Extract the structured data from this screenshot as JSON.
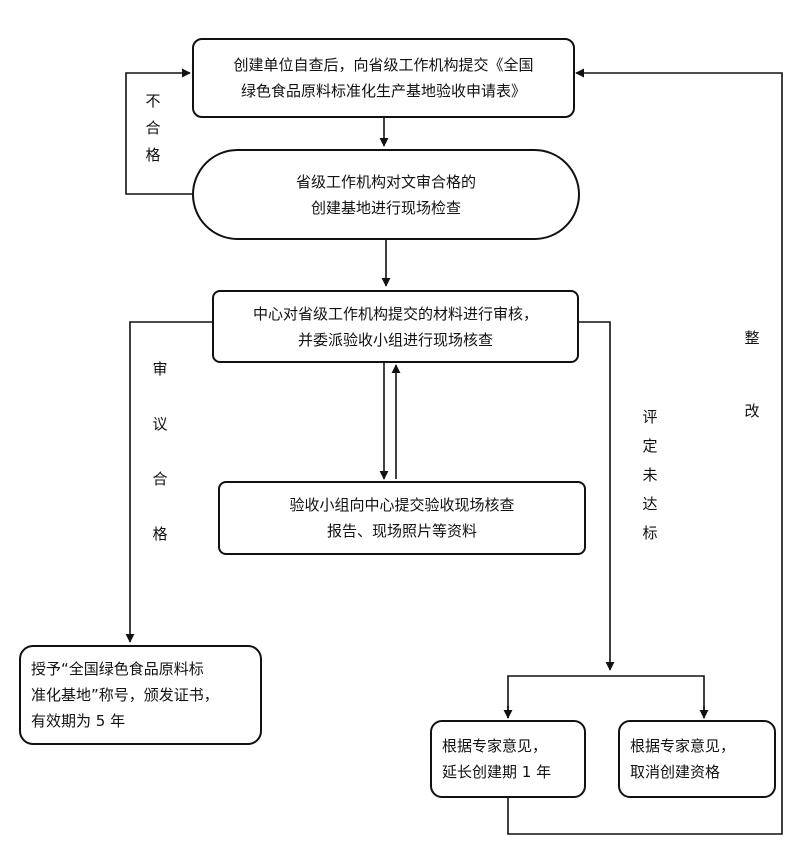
{
  "nodes": {
    "apply": "创建单位自查后，向省级工作机构提交《全国\n绿色食品原料标准化生产基地验收申请表》",
    "provincial_review": "省级工作机构对文审合格的\n创建基地进行现场检查",
    "center_review": "中心对省级工作机构提交的材料进行审核，\n并委派验收小组进行现场核查",
    "group_report": "验收小组向中心提交验收现场核查\n报告、现场照片等资料",
    "grant": "授予“全国绿色食品原料标\n准化基地”称号，颁发证书，\n有效期为 5 年",
    "extend": "根据专家意见，\n延长创建期 1 年",
    "cancel": "根据专家意见，\n取消创建资格"
  },
  "labels": {
    "fail": [
      "不",
      "合",
      "格"
    ],
    "pass": [
      "审",
      "议",
      "合",
      "格"
    ],
    "not_met": [
      "评",
      "定",
      "未",
      "达",
      "标"
    ],
    "rectify": [
      "整",
      "改"
    ]
  },
  "colors": {
    "line": "#111111",
    "background": "#ffffff"
  }
}
